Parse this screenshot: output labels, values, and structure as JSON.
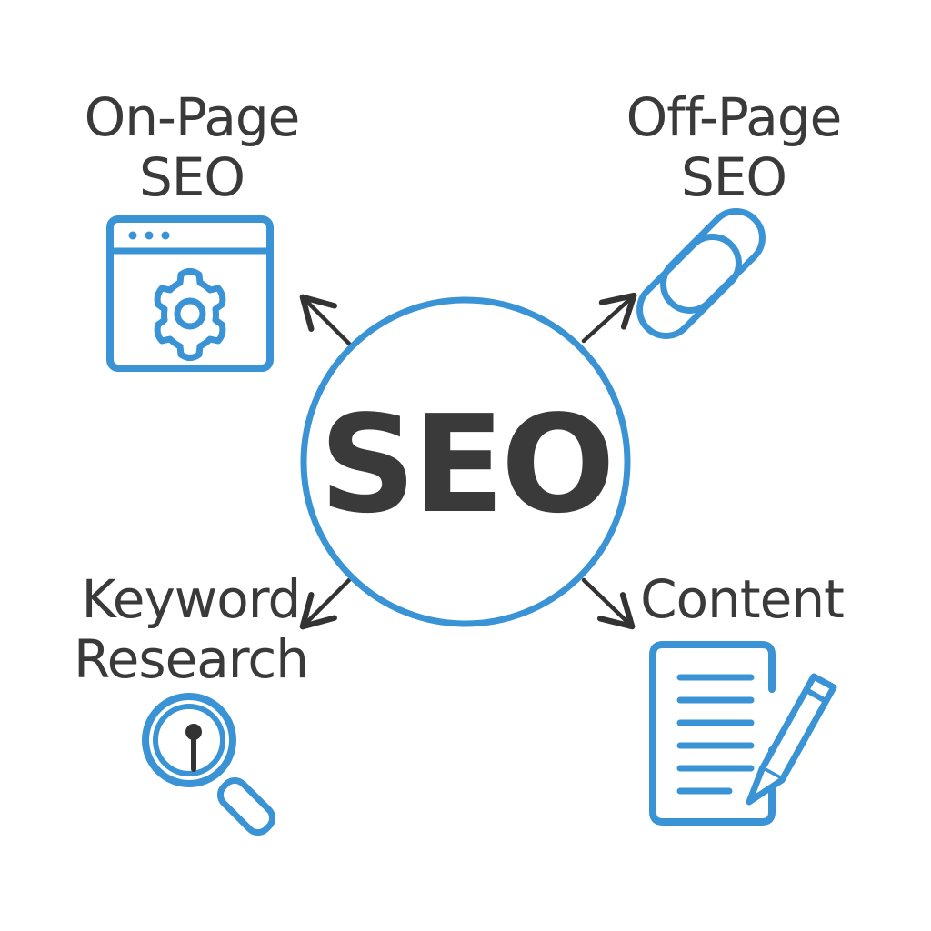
{
  "center": {
    "label": "SEO"
  },
  "nodes": {
    "on_page": {
      "line1": "On-Page",
      "line2": "SEO",
      "icon": "browser-gear-icon"
    },
    "off_page": {
      "line1": "Off-Page",
      "line2": "SEO",
      "icon": "chain-link-icon"
    },
    "keyword": {
      "line1": "Keyword",
      "line2": "Research",
      "icon": "magnifier-icon"
    },
    "content": {
      "line1": "Content",
      "icon": "document-pencil-icon"
    }
  },
  "colors": {
    "accent": "#3a93d4",
    "text": "#3a3a3a",
    "arrow": "#333333",
    "background": "#ffffff"
  }
}
